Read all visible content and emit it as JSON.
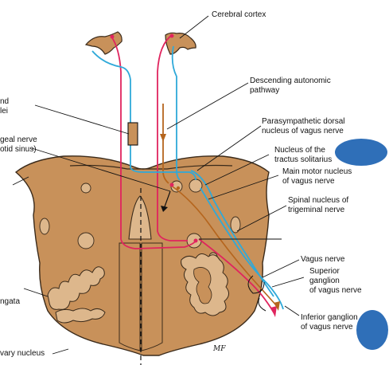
{
  "labels": {
    "cerebral_cortex": "Cerebral cortex",
    "descending_1": "Descending autonomic",
    "descending_2": "pathway",
    "parasym_1": "Parasympathetic dorsal",
    "parasym_2": "nucleus of vagus nerve",
    "solitarius_1": "Nucleus of the",
    "solitarius_2": "tractus solitarius",
    "main_motor_1": "Main motor nucleus",
    "main_motor_2": "of vagus nerve",
    "spinal_1": "Spinal nucleus of",
    "spinal_2": "trigeminal nerve",
    "vagus_nerve": "Vagus nerve",
    "superior_1": "Superior",
    "superior_2": "ganglion",
    "superior_3": "of vagus nerve",
    "inferior_1": "Inferior ganglion",
    "inferior_2": "of vagus nerve",
    "left_1a": "nd",
    "left_1b": "lei",
    "left_2a": "geal nerve",
    "left_2b": "otid sinus)",
    "left_3": "ngata",
    "left_4": "vary nucleus",
    "signature": "MF"
  },
  "colors": {
    "tissue": "#c8915a",
    "tissue_light": "#ddb78c",
    "nerve_red": "#e0245e",
    "nerve_blue": "#2fa9d9",
    "nerve_brown": "#b5651d",
    "outline": "#3a2a1a",
    "blob_blue": "#2f6fb8"
  }
}
